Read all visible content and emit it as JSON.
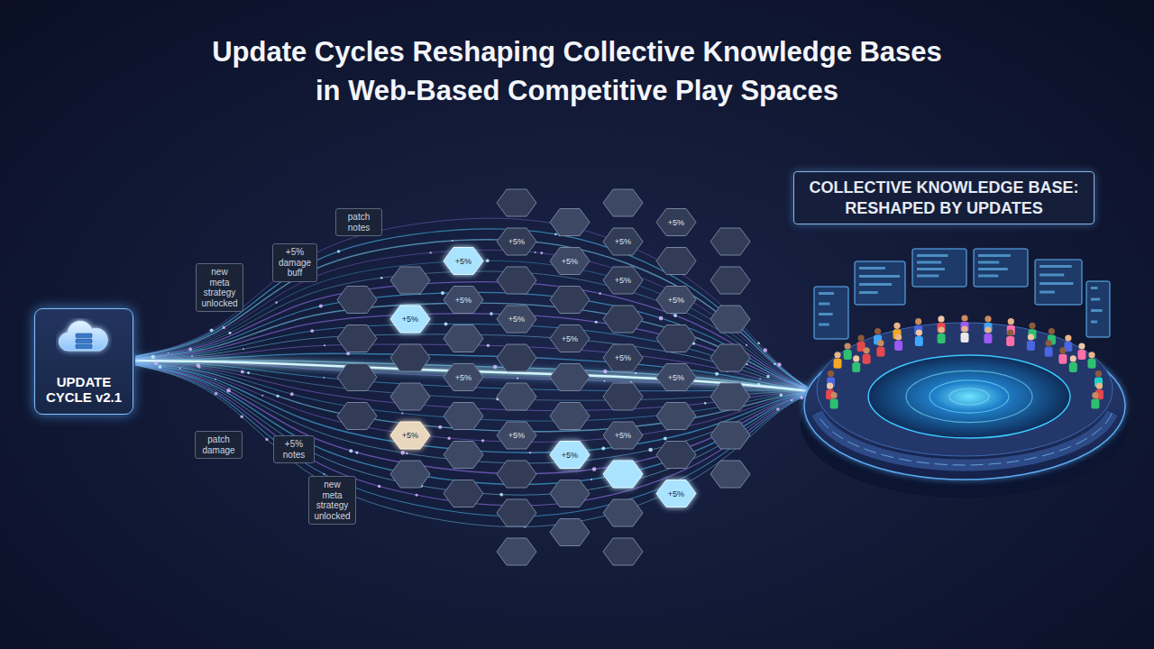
{
  "diagram": {
    "title": "Update Cycles Reshaping Collective Knowledge Bases in Web-Based Competitive Play Spaces",
    "nodes": [
      {
        "text": [
          "UPDATE CYCLE v2.1"
        ]
      },
      {
        "text": [
          "patch notes"
        ]
      },
      {
        "text": [
          "+5% damage buff"
        ]
      },
      {
        "text": [
          "new meta strategy unlocked"
        ]
      },
      {
        "text": [
          "patch damage"
        ]
      },
      {
        "text": [
          "+5% notes"
        ]
      },
      {
        "text": [
          "new meta strategy unlocked"
        ]
      },
      {
        "text": [
          "COLLECTIVE KNOWLEDGE BASE: RESHAPED BY UPDATES"
        ]
      }
    ],
    "labels": [
      "+5%",
      "+5%",
      "+5%",
      "+5%",
      "+5%",
      "+5%",
      "+5%",
      "+5%",
      "+5%",
      "+5%",
      "+5%",
      "+5%",
      "+5%",
      "+5%",
      "+5%",
      "+5%",
      "+5%",
      "+5%",
      "+5%"
    ]
  }
}
